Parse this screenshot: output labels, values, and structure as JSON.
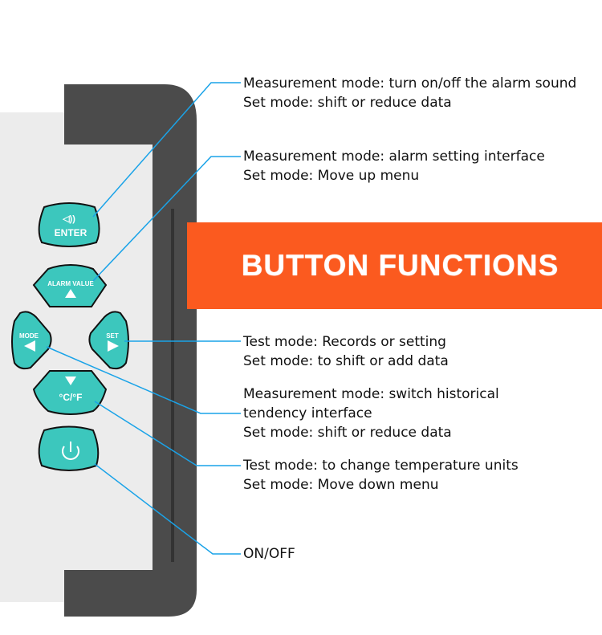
{
  "banner": {
    "title": "BUTTON FUNCTIONS",
    "color": "#fb5a1f"
  },
  "buttons": {
    "enter": "ENTER",
    "alarm": "ALARM VALUE",
    "mode": "MODE",
    "set": "SET",
    "unit": "°C/°F"
  },
  "annotations": [
    {
      "line1": "Measurement mode: turn on/off the alarm sound",
      "line2": "Set mode: shift or reduce data"
    },
    {
      "line1": "Measurement mode: alarm setting interface",
      "line2": "Set mode: Move up menu"
    },
    {
      "line1": "Test mode: Records or setting",
      "line2": "Set mode: to shift or add data"
    },
    {
      "line1": "Measurement mode: switch historical",
      "line2": "tendency interface",
      "line3": "Set mode: shift or reduce data"
    },
    {
      "line1": "Test mode: to change temperature units",
      "line2": "Set mode: Move down menu"
    },
    {
      "line1": "ON/OFF"
    }
  ],
  "colors": {
    "button": "#3cc7bd",
    "leader": "#1aa3e8",
    "frame": "#4a4a4a",
    "panel": "#ececec"
  }
}
